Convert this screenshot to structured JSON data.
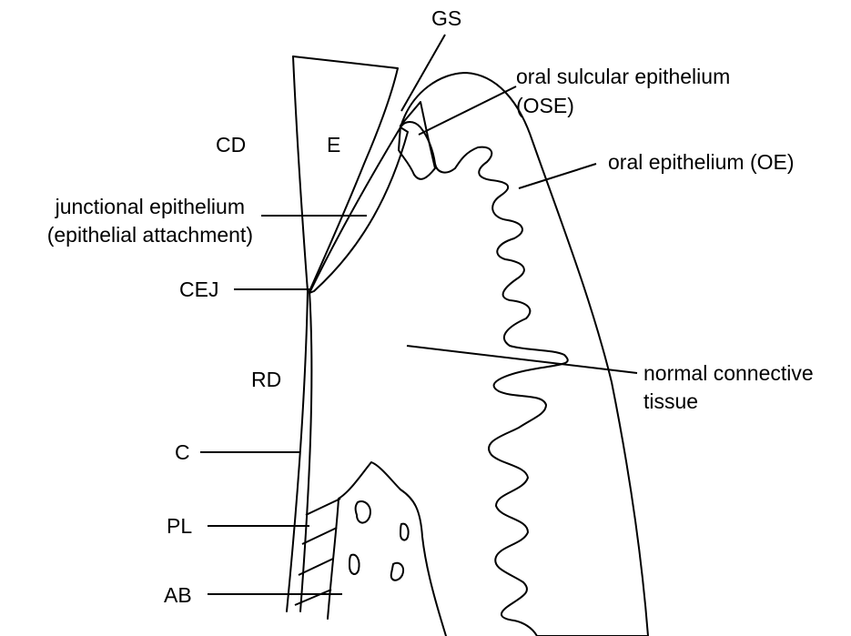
{
  "colors": {
    "gingival_epithelium": "#b3b3b3",
    "sulcular_epithelium": "#4a4a4a",
    "outline": "#000000",
    "background": "#ffffff"
  },
  "labels": {
    "gs": "GS",
    "ose_line1": "oral sulcular epithelium",
    "ose_line2": "(OSE)",
    "cd": "CD",
    "e": "E",
    "oe": "oral epithelium (OE)",
    "je_line1": "junctional epithelium",
    "je_line2": "(epithelial attachment)",
    "cej": "CEJ",
    "rd": "RD",
    "nct_line1": "normal connective",
    "nct_line2": "tissue",
    "c": "C",
    "pl": "PL",
    "ab": "AB"
  }
}
